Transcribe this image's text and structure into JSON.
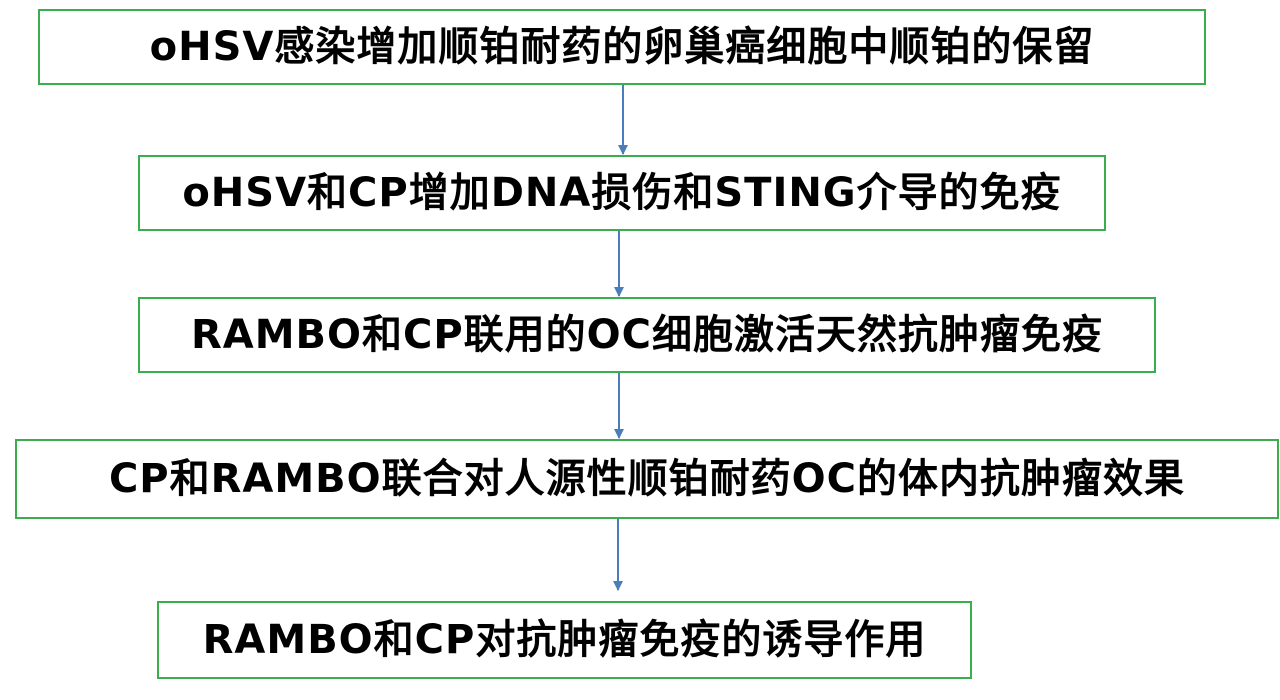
{
  "diagram": {
    "colors": {
      "box_border": "#3aae4e",
      "arrow": "#4a7ebb",
      "text": "#000000"
    },
    "steps": [
      {
        "label": "oHSV感染增加顺铂耐药的卵巢癌细胞中顺铂的保留"
      },
      {
        "label": "oHSV和CP增加DNA损伤和STING介导的免疫"
      },
      {
        "label": "RAMBO和CP联用的OC细胞激活天然抗肿瘤免疫"
      },
      {
        "label": "CP和RAMBO联合对人源性顺铂耐药OC的体内抗肿瘤效果"
      },
      {
        "label": "RAMBO和CP对抗肿瘤免疫的诱导作用"
      }
    ]
  }
}
